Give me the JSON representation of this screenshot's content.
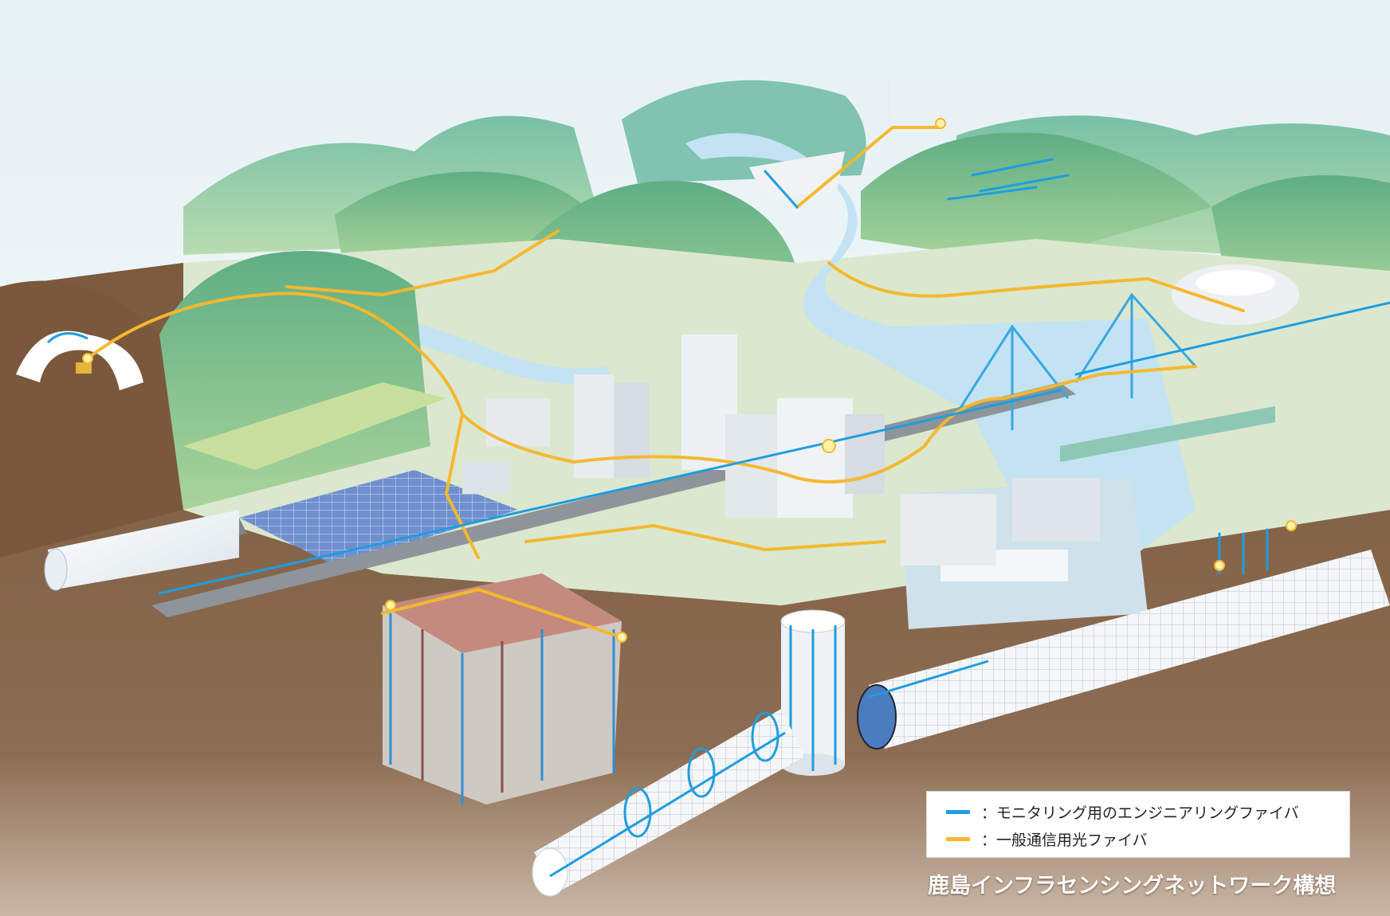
{
  "legend": {
    "items": [
      {
        "label": "：モニタリング用のエンジニアリングファイバ",
        "color": "#1e9de0"
      },
      {
        "label": "：一般通信用光ファイバ",
        "color": "#f5b830"
      }
    ]
  },
  "caption": "鹿島インフラセンシングネットワーク構想",
  "colors": {
    "sky": "#e4eff2",
    "soil": "#8a6647",
    "hill": "#7dbf8f",
    "ground": "#d9e6ce",
    "water": "#c6e6f4",
    "monitoring_fiber": "#1e9de0",
    "communication_fiber": "#f5b830"
  }
}
